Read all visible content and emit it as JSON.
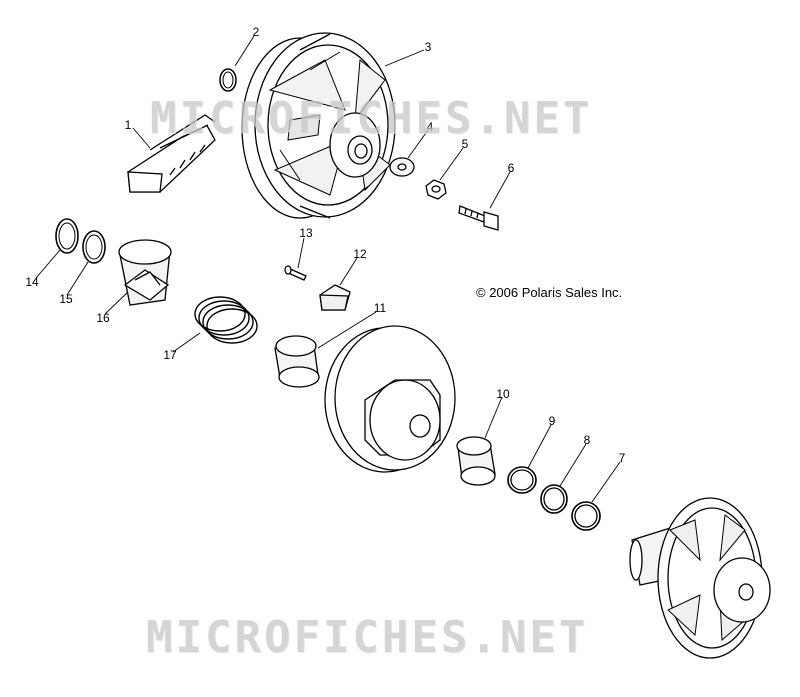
{
  "copyright": "© 2006 Polaris Sales Inc.",
  "watermark": "MICROFICHES.NET",
  "callouts": [
    "1",
    "2",
    "3",
    "4",
    "5",
    "6",
    "7",
    "8",
    "9",
    "10",
    "11",
    "12",
    "13",
    "14",
    "15",
    "16",
    "17"
  ]
}
